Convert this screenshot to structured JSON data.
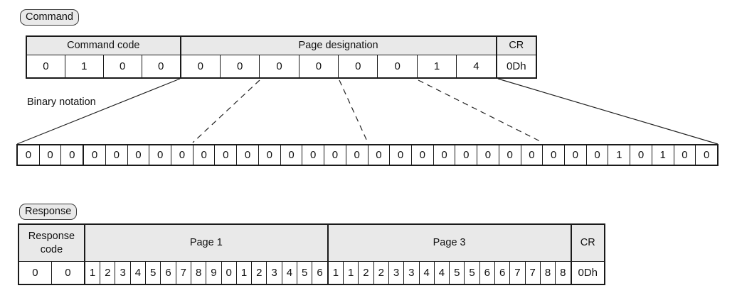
{
  "command": {
    "label": "Command",
    "table": {
      "sections": [
        {
          "name": "Command code",
          "cells": [
            "0",
            "1",
            "0",
            "0"
          ]
        },
        {
          "name": "Page designation",
          "cells": [
            "0",
            "0",
            "0",
            "0",
            "0",
            "0",
            "1",
            "4"
          ]
        },
        {
          "name": "CR",
          "cells": [
            "0Dh"
          ]
        }
      ]
    }
  },
  "binary": {
    "label": "Binary notation",
    "bits": [
      "0",
      "0",
      "0",
      "0",
      "0",
      "0",
      "0",
      "0",
      "0",
      "0",
      "0",
      "0",
      "0",
      "0",
      "0",
      "0",
      "0",
      "0",
      "0",
      "0",
      "0",
      "0",
      "0",
      "0",
      "0",
      "0",
      "0",
      "1",
      "0",
      "1",
      "0",
      "0"
    ]
  },
  "response": {
    "label": "Response",
    "table": {
      "sections": [
        {
          "name": "Response code",
          "cells": [
            "0",
            "0"
          ]
        },
        {
          "name": "Page 1",
          "cells": [
            "1",
            "2",
            "3",
            "4",
            "5",
            "6",
            "7",
            "8",
            "9",
            "0",
            "1",
            "2",
            "3",
            "4",
            "5",
            "6"
          ]
        },
        {
          "name": "Page 3",
          "cells": [
            "1",
            "1",
            "2",
            "2",
            "3",
            "3",
            "4",
            "4",
            "5",
            "5",
            "6",
            "6",
            "7",
            "7",
            "8",
            "8"
          ]
        },
        {
          "name": "CR",
          "cells": [
            "0Dh"
          ]
        }
      ]
    }
  },
  "colors": {
    "header_fill": "#e9e9e9",
    "border": "#1a1a1a",
    "text": "#111111"
  }
}
